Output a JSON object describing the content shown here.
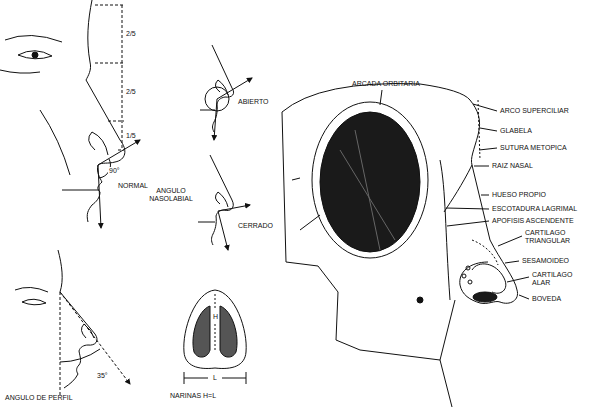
{
  "diagram": {
    "labels": [
      "2/5",
      "2/5",
      "1/5",
      "90°",
      "NORMAL",
      "ABIERTO",
      "ANGULO NASOLABIAL",
      "CERRADO",
      "ANGULO DE PERFIL",
      "35°",
      "H",
      "L",
      "NARINAS H=L",
      "ARCADA ORBITARIA",
      "ARCO SUPERCILIAR",
      "GLABELA",
      "SUTURA METOPICA",
      "RAIZ NASAL",
      "HUESO PROPIO",
      "ESCOTADURA LAGRIMAL",
      "APOFISIS ASCENDENTE",
      "CARTILAGO TRIANGULAR",
      "SESAMOIDEO",
      "CARTILAGO ALAR",
      "BOVEDA"
    ]
  }
}
